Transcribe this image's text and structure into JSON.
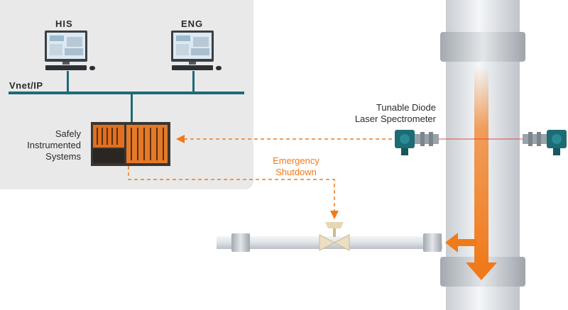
{
  "labels": {
    "his": "HIS",
    "eng": "ENG",
    "network": "Vnet/IP",
    "sis_line1": "Safely",
    "sis_line2": "Instrumented",
    "sis_line3": "Systems",
    "tdls_line1": "Tunable Diode",
    "tdls_line2": "Laser Spectrometer",
    "esd_line1": "Emergency",
    "esd_line2": "Shutdown"
  },
  "colors": {
    "accent": "#f07a1a",
    "network": "#1f6a78",
    "panel": "#e9e9e9",
    "transmitter": "#1d6b73"
  }
}
